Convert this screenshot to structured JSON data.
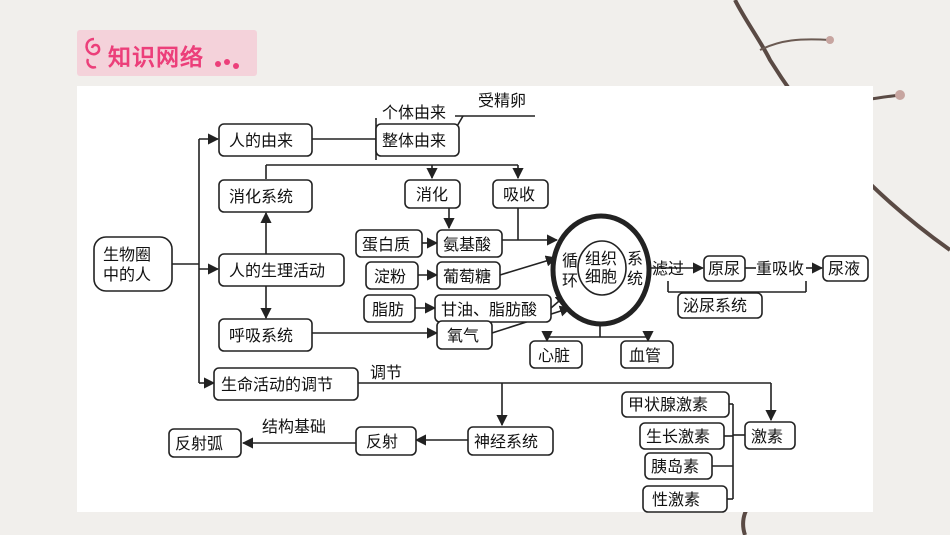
{
  "header": {
    "title": "知识网络"
  },
  "diagram": {
    "root": "生物圈中的人",
    "origin": "人的由来",
    "individual_origin": "个体由来",
    "whole_origin": "整体由来",
    "fertilized_egg": "受精卵",
    "life_activities": "人的生理活动",
    "digestive_system": "消化系统",
    "digestion": "消化",
    "absorption": "吸收",
    "protein": "蛋白质",
    "amino_acid": "氨基酸",
    "starch": "淀粉",
    "glucose": "葡萄糖",
    "fat": "脂肪",
    "glycerol_fatty_acid": "甘油、脂肪酸",
    "respiratory_system": "呼吸系统",
    "oxygen": "氧气",
    "circulation": "循环",
    "system": "系统",
    "tissue_cells": "组织细胞",
    "filtration": "滤过",
    "primary_urine": "原尿",
    "reabsorption": "重吸收",
    "urine": "尿液",
    "urinary_system": "泌尿系统",
    "heart": "心脏",
    "blood_vessel": "血管",
    "regulation_of_life": "生命活动的调节",
    "regulate": "调节",
    "hormones": "激素",
    "thyroxine": "甲状腺激素",
    "growth_hormone": "生长激素",
    "insulin": "胰岛素",
    "sex_hormone": "性激素",
    "nervous_system": "神经系统",
    "reflex": "反射",
    "structural_basis": "结构基础",
    "reflex_arc": "反射弧"
  }
}
